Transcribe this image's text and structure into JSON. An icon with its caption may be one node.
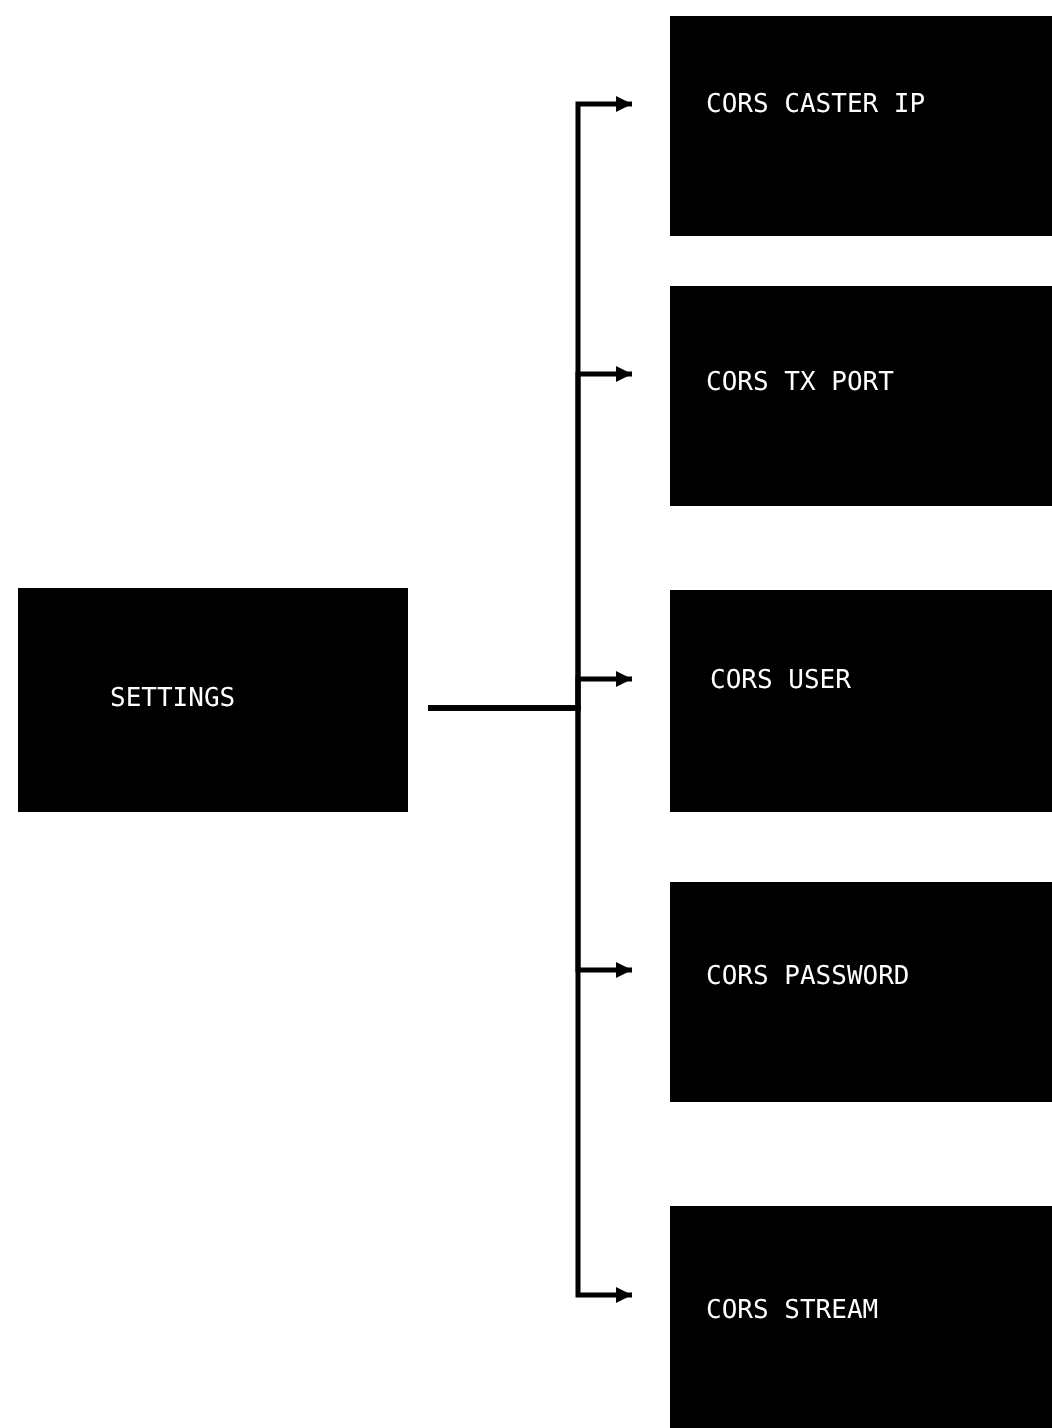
{
  "diagram": {
    "nodes": [
      {
        "text": [
          "SETTINGS"
        ]
      },
      {
        "text": [
          "CORS CASTER IP"
        ]
      },
      {
        "text": [
          "CORS TX PORT"
        ]
      },
      {
        "text": [
          "CORS USER"
        ]
      },
      {
        "text": [
          "CORS PASSWORD"
        ]
      },
      {
        "text": [
          "CORS STREAM"
        ]
      }
    ],
    "edges": [
      {
        "from": 0,
        "to": 1,
        "arrow": "to"
      },
      {
        "from": 0,
        "to": 2,
        "arrow": "to"
      },
      {
        "from": 0,
        "to": 3,
        "arrow": "to"
      },
      {
        "from": 0,
        "to": 4,
        "arrow": "to"
      },
      {
        "from": 0,
        "to": 5,
        "arrow": "to"
      }
    ]
  }
}
